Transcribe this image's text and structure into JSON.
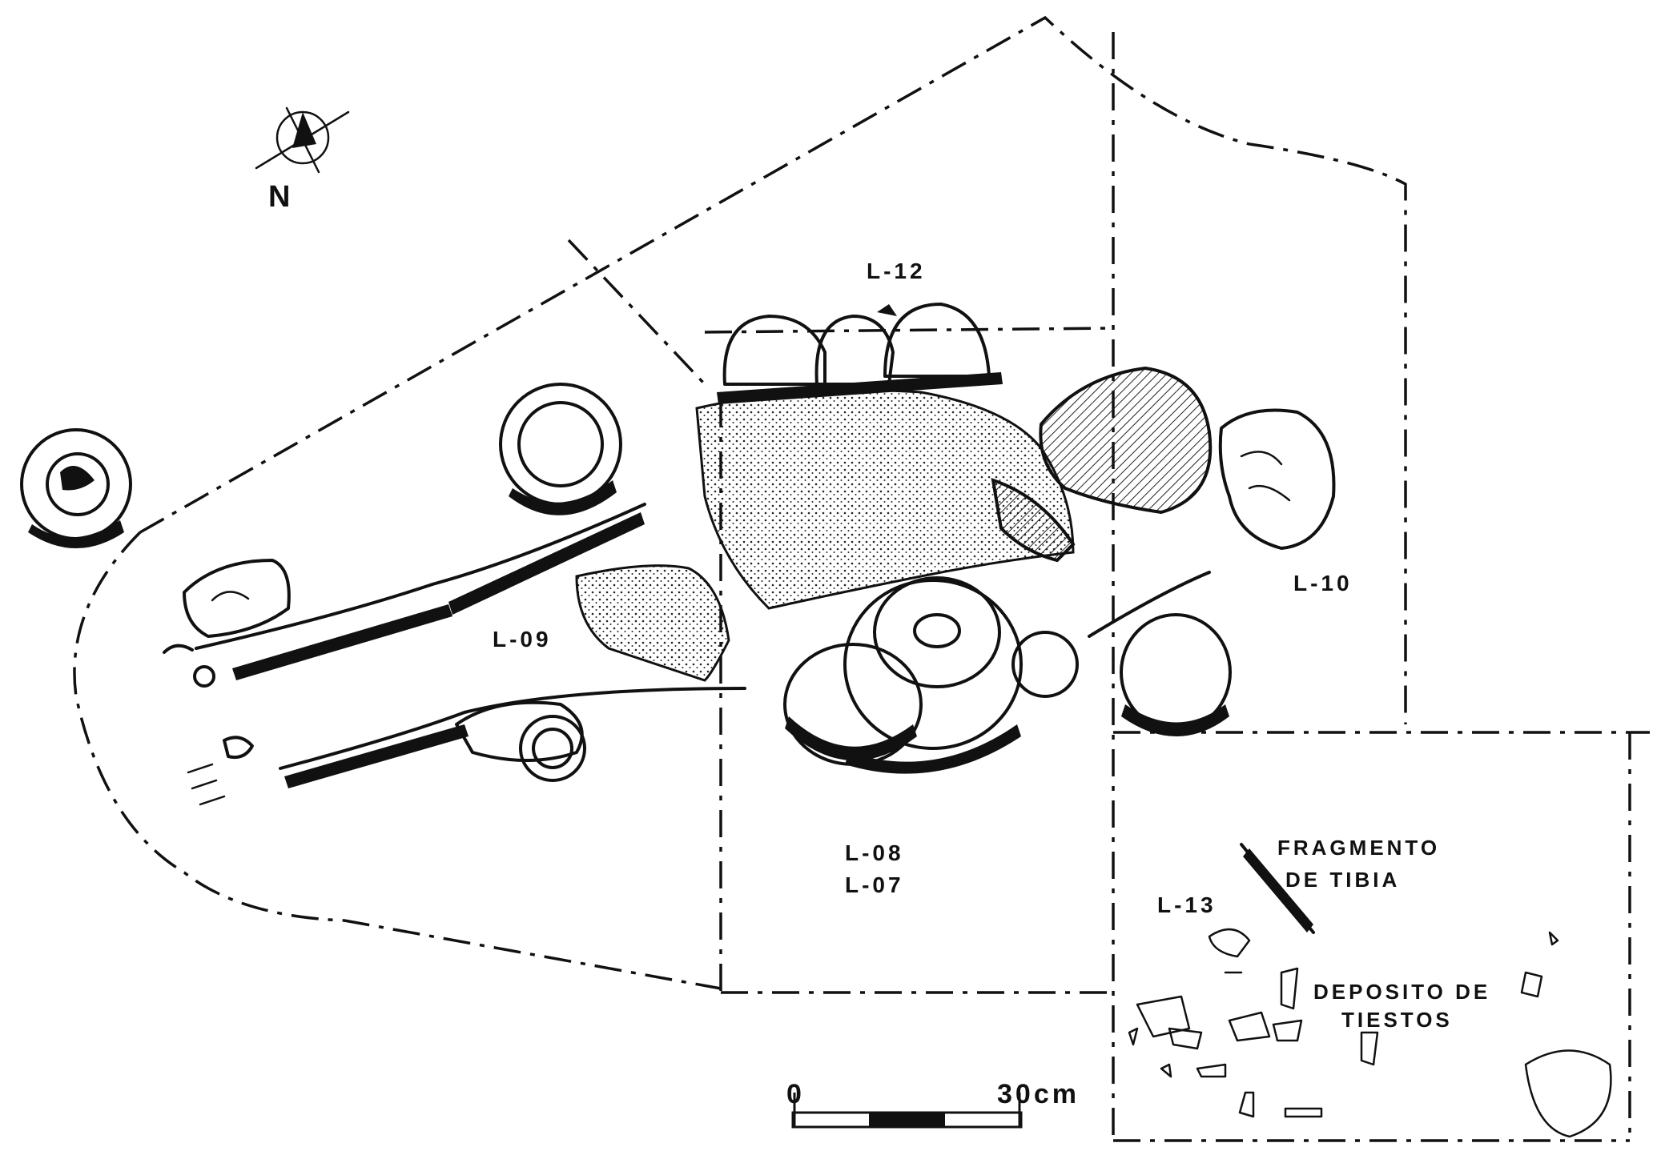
{
  "north": {
    "letter": "N"
  },
  "loci": {
    "l12": "L-12",
    "l09": "L-09",
    "l10": "L-10",
    "l08": "L-08",
    "l07": "L-07",
    "l13": "L-13"
  },
  "notes": {
    "tibia_line1": "FRAGMENTO",
    "tibia_line2": "DE TIBIA",
    "deposit_line1": "DEPOSITO DE",
    "deposit_line2": "TIESTOS"
  },
  "scale": {
    "start": "0",
    "end": "30cm",
    "segments": 3
  },
  "colors": {
    "ink": "#111111",
    "paper": "#ffffff"
  }
}
